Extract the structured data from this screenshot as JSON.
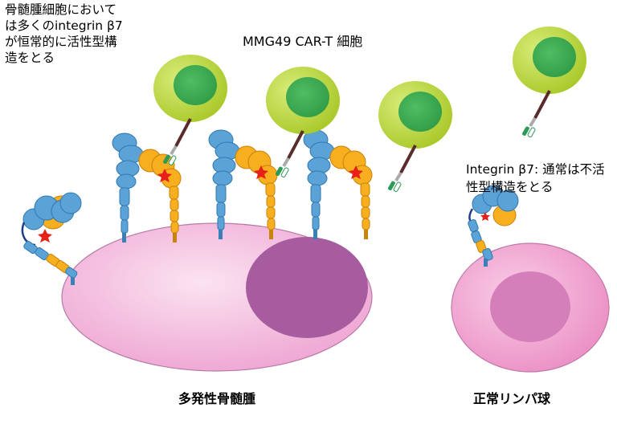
{
  "labels": {
    "myeloma_note": "骨髄腫細胞においては多くのintegrin β7が恒常的に活性型構造をとる",
    "cart_label": "MMG49 CAR-T 細胞",
    "normal_note": "Integrin β7: 通常は不活性型構造をとる",
    "myeloma_caption": "多発性骨髄腫",
    "normal_caption": "正常リンパ球"
  },
  "colors": {
    "myeloma_cell": "#f2b6dc",
    "myeloma_nucleus": "#a65c9f",
    "normal_cell": "#ef9fcc",
    "normal_nucleus": "#d57fba",
    "car_t_outer": "#b9d631",
    "car_t_inner": "#3dab52",
    "integrin_blue": "#5ba3d6",
    "integrin_orange": "#f7ae1f",
    "epitope_star": "#e8201a"
  }
}
